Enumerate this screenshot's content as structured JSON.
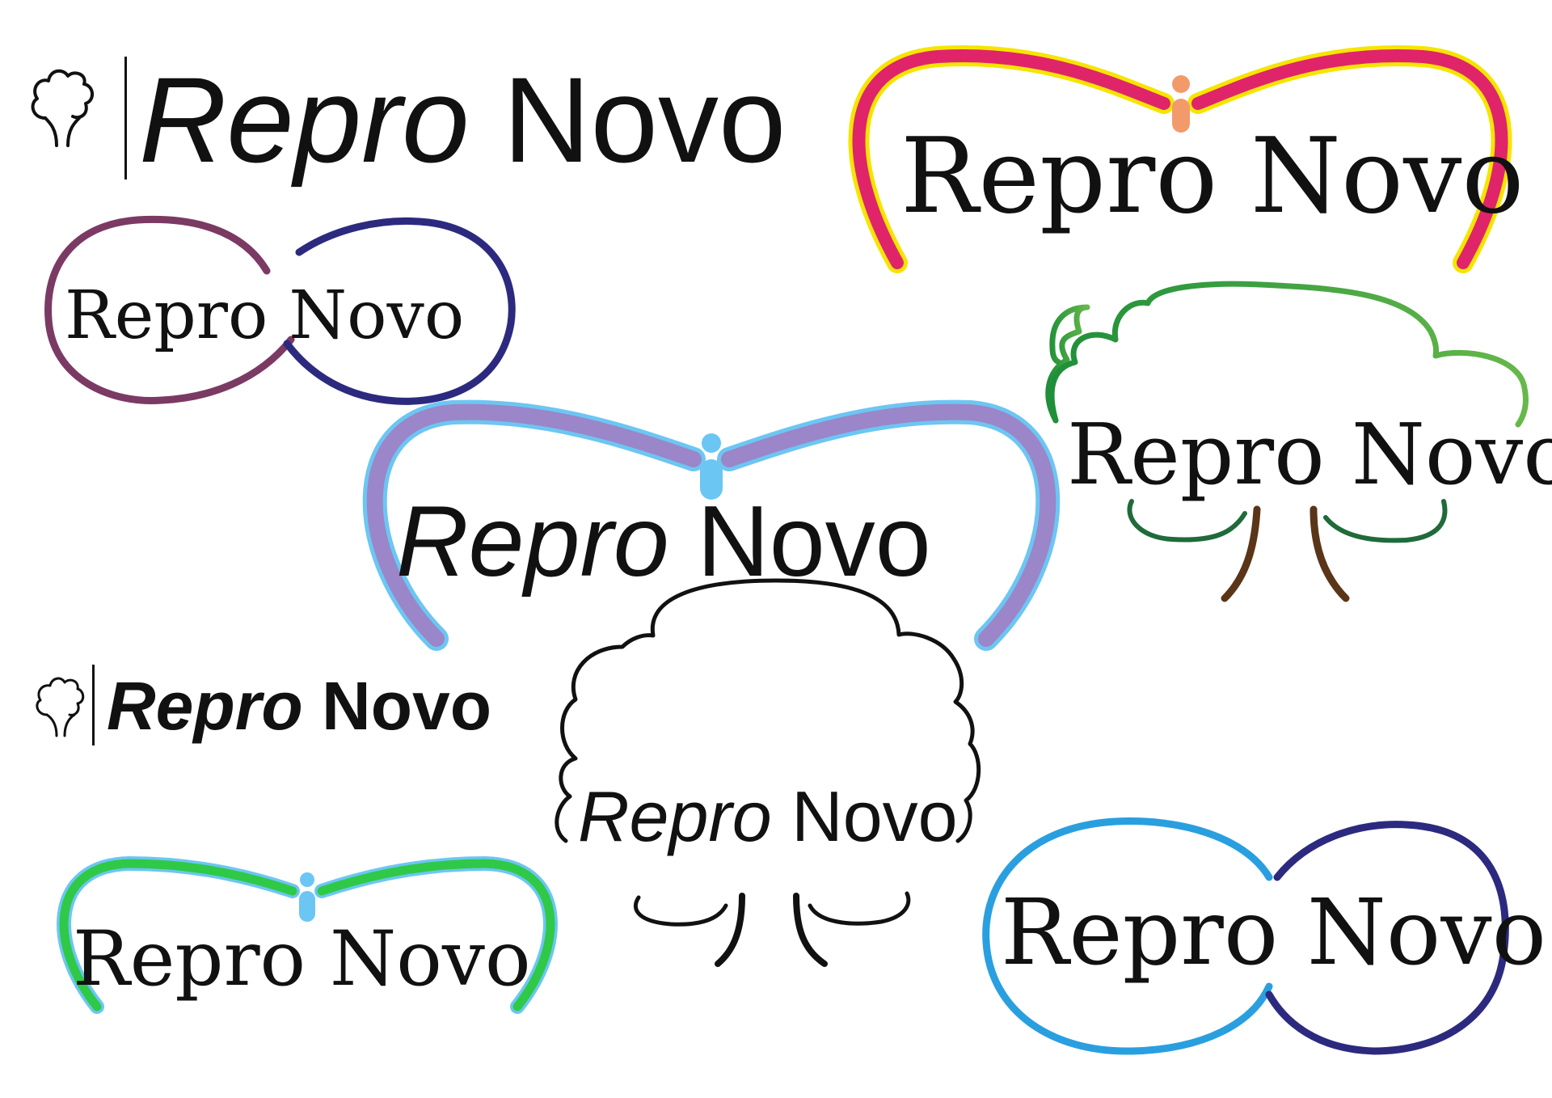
{
  "colors": {
    "ink": "#111111",
    "magenta": "#e0246a",
    "yellow": "#f5e500",
    "peach": "#f39a6b",
    "plum": "#7b3a63",
    "navy": "#2c2a7f",
    "lavender": "#9a86c8",
    "sky": "#6cc6f3",
    "green_light": "#4fae4a",
    "green_dark": "#1f6b3a",
    "brown": "#5b3518",
    "bright_green": "#2fc947",
    "bright_blue": "#2a9fe0"
  },
  "logos": [
    {
      "id": "logo-1",
      "word1": "Repro",
      "word2": "Novo",
      "style": "tree-bar",
      "palette": [
        "ink"
      ]
    },
    {
      "id": "logo-2",
      "word1": "Repro",
      "word2": "Novo",
      "style": "arc-dot",
      "palette": [
        "magenta",
        "yellow",
        "peach"
      ]
    },
    {
      "id": "logo-3",
      "word1": "Repro",
      "word2": "Novo",
      "style": "infinity",
      "palette": [
        "plum",
        "navy"
      ]
    },
    {
      "id": "logo-4",
      "word1": "Repro",
      "word2": "Novo",
      "style": "tree-cloud",
      "palette": [
        "green_light",
        "green_dark",
        "brown"
      ]
    },
    {
      "id": "logo-5",
      "word1": "Repro",
      "word2": "Novo",
      "style": "arc-dot",
      "palette": [
        "lavender",
        "sky"
      ]
    },
    {
      "id": "logo-6",
      "word1": "Repro",
      "word2": "Novo",
      "style": "tree-bar",
      "palette": [
        "ink"
      ]
    },
    {
      "id": "logo-7",
      "word1": "Repro",
      "word2": "Novo",
      "style": "tree-cloud",
      "palette": [
        "ink"
      ]
    },
    {
      "id": "logo-8",
      "word1": "Repro",
      "word2": "Novo",
      "style": "arc-dot",
      "palette": [
        "bright_green",
        "sky"
      ]
    },
    {
      "id": "logo-9",
      "word1": "Repro",
      "word2": "Novo",
      "style": "infinity",
      "palette": [
        "bright_blue",
        "navy"
      ]
    }
  ]
}
